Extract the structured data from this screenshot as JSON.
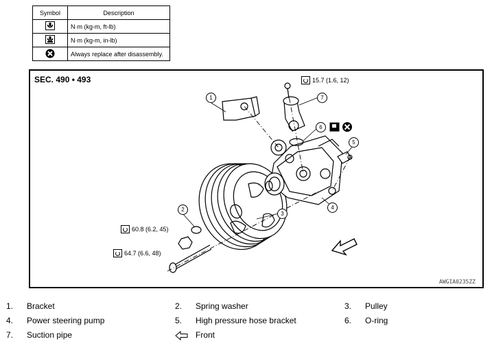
{
  "legend": {
    "header_symbol": "Symbol",
    "header_description": "Description",
    "rows": [
      {
        "icon": "torque-wrench-ftlb-icon",
        "description": "N·m (kg-m, ft-lb)"
      },
      {
        "icon": "torque-wrench-inlb-icon",
        "description": "N·m (kg-m, in-lb)"
      },
      {
        "icon": "replace-after-disassembly-icon",
        "description": "Always replace after disassembly."
      }
    ]
  },
  "diagram": {
    "section": "SEC. 490 • 493",
    "figure_code": "AWGIA0235ZZ",
    "torques": {
      "suction_pipe_bolt": "15.7 (1.6, 12)",
      "washer": "60.8 (6.2, 45)",
      "bolt": "64.7 (6.6, 48)"
    },
    "callouts": [
      "1",
      "2",
      "3",
      "4",
      "5",
      "6",
      "7"
    ]
  },
  "parts": [
    {
      "num": "1.",
      "name": "Bracket"
    },
    {
      "num": "2.",
      "name": "Spring washer"
    },
    {
      "num": "3.",
      "name": "Pulley"
    },
    {
      "num": "4.",
      "name": "Power steering pump"
    },
    {
      "num": "5.",
      "name": "High pressure hose bracket"
    },
    {
      "num": "6.",
      "name": "O-ring"
    },
    {
      "num": "7.",
      "name": "Suction pipe"
    },
    {
      "num": "",
      "name": "Front"
    }
  ]
}
